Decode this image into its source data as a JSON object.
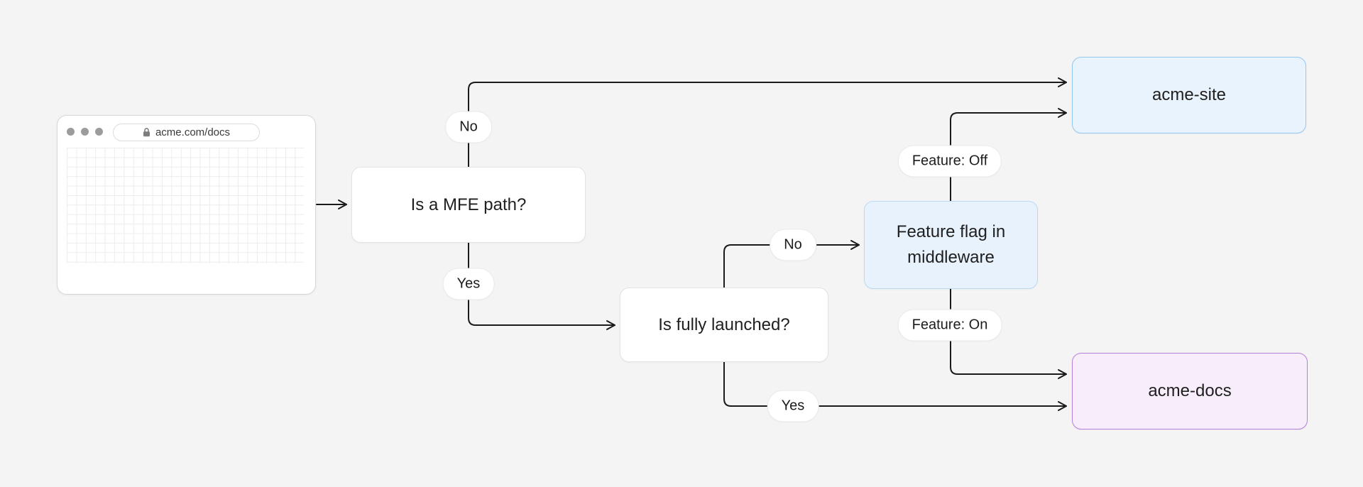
{
  "diagram": {
    "browser": {
      "url": "acme.com/docs",
      "lock_icon": "lock-icon",
      "traffic_dot_count": 3
    },
    "nodes": {
      "mfe": {
        "label": "Is a MFE path?",
        "type": "decision"
      },
      "launched": {
        "label": "Is fully launched?",
        "type": "decision"
      },
      "flag": {
        "label": "Feature flag in middleware",
        "type": "process"
      },
      "site": {
        "label": "acme-site",
        "type": "terminal"
      },
      "docs": {
        "label": "acme-docs",
        "type": "terminal"
      }
    },
    "edge_labels": {
      "mfe_no": "No",
      "mfe_yes": "Yes",
      "launched_no": "No",
      "launched_yes": "Yes",
      "flag_off": "Feature: Off",
      "flag_on": "Feature: On"
    },
    "colors": {
      "background": "#f5f4f4",
      "connector_stroke": "#1a1a1a",
      "white_node_border": "#e3e3e3",
      "blue_soft_fill": "#e8f2fd",
      "blue_soft_border": "#b9d9f5",
      "blue_fill": "#e9f3fd",
      "blue_border": "#94c7f1",
      "purple_fill": "#f7edfb",
      "purple_border": "#b67fd9",
      "grid_line": "#ececec"
    }
  }
}
